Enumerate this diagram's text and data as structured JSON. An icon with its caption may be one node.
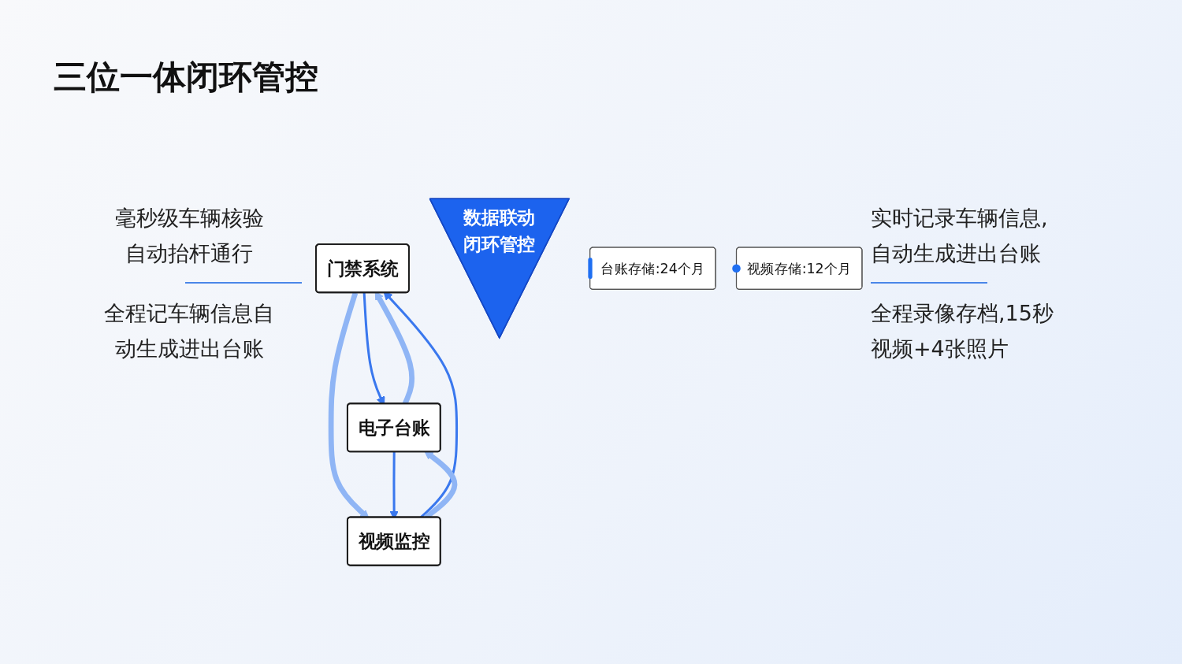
{
  "diagram": {
    "title": "三位一体闭环管控",
    "nodes": [
      {
        "text": [
          "门禁系统"
        ]
      },
      {
        "text": [
          "电子台账"
        ]
      },
      {
        "text": [
          "数据联动闭环管控"
        ]
      },
      {
        "text": [
          "视频监控"
        ]
      },
      {
        "text": [
          "台账存储:24个月"
        ]
      },
      {
        "text": [
          "视频存储:12个月"
        ]
      }
    ],
    "edges": [
      {
        "from": 0,
        "to": 1,
        "arrow": "to"
      },
      {
        "from": 1,
        "to": 0,
        "arrow": "to",
        "style": "thick",
        "color": "#8fb5f5"
      },
      {
        "from": 0,
        "to": 3,
        "arrow": "to",
        "style": "thick",
        "color": "#8fb5f5"
      },
      {
        "from": 3,
        "to": 0,
        "arrow": "to"
      },
      {
        "from": 1,
        "to": 3,
        "arrow": "to"
      },
      {
        "from": 3,
        "to": 1,
        "arrow": "to",
        "style": "thick",
        "color": "#8fb5f5"
      }
    ],
    "labels": [
      "毫秒级车辆核验自动抬杆通行",
      "实时记录车辆信息,自动生成进出台账",
      "全程记车辆信息自动生成进出台账",
      "全程录像存档,15秒视频+4张照片"
    ]
  }
}
